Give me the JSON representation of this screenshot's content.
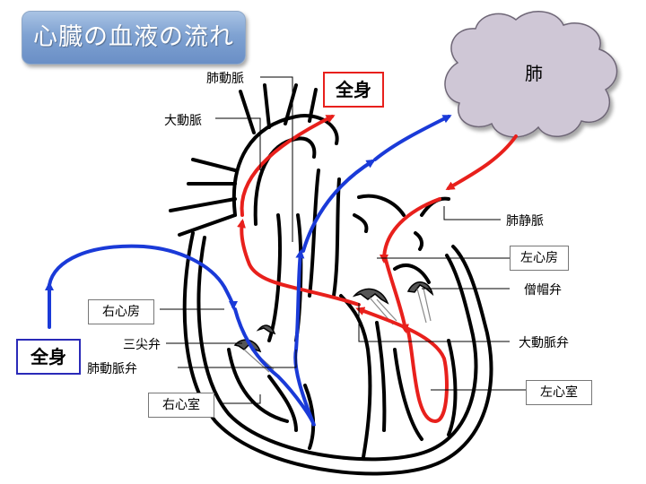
{
  "title": "心臓の血液の流れ",
  "labels": {
    "pulmonary_artery": "肺動脈",
    "aorta": "大動脈",
    "body_top": "全身",
    "body_left": "全身",
    "lung": "肺",
    "pulmonary_vein": "肺静脈",
    "left_atrium": "左心房",
    "mitral_valve": "僧帽弁",
    "right_atrium": "右心房",
    "tricuspid_valve": "三尖弁",
    "aortic_valve": "大動脈弁",
    "pulmonary_valve": "肺動脈弁",
    "right_ventricle": "右心室",
    "left_ventricle": "左心室"
  },
  "colors": {
    "oxygenated": "#e8201c",
    "deoxygenated": "#1a3ad8",
    "body_top_border": "#e8201c",
    "body_left_border": "#2a2ab8",
    "lung_fill": "#cfc7d6"
  }
}
